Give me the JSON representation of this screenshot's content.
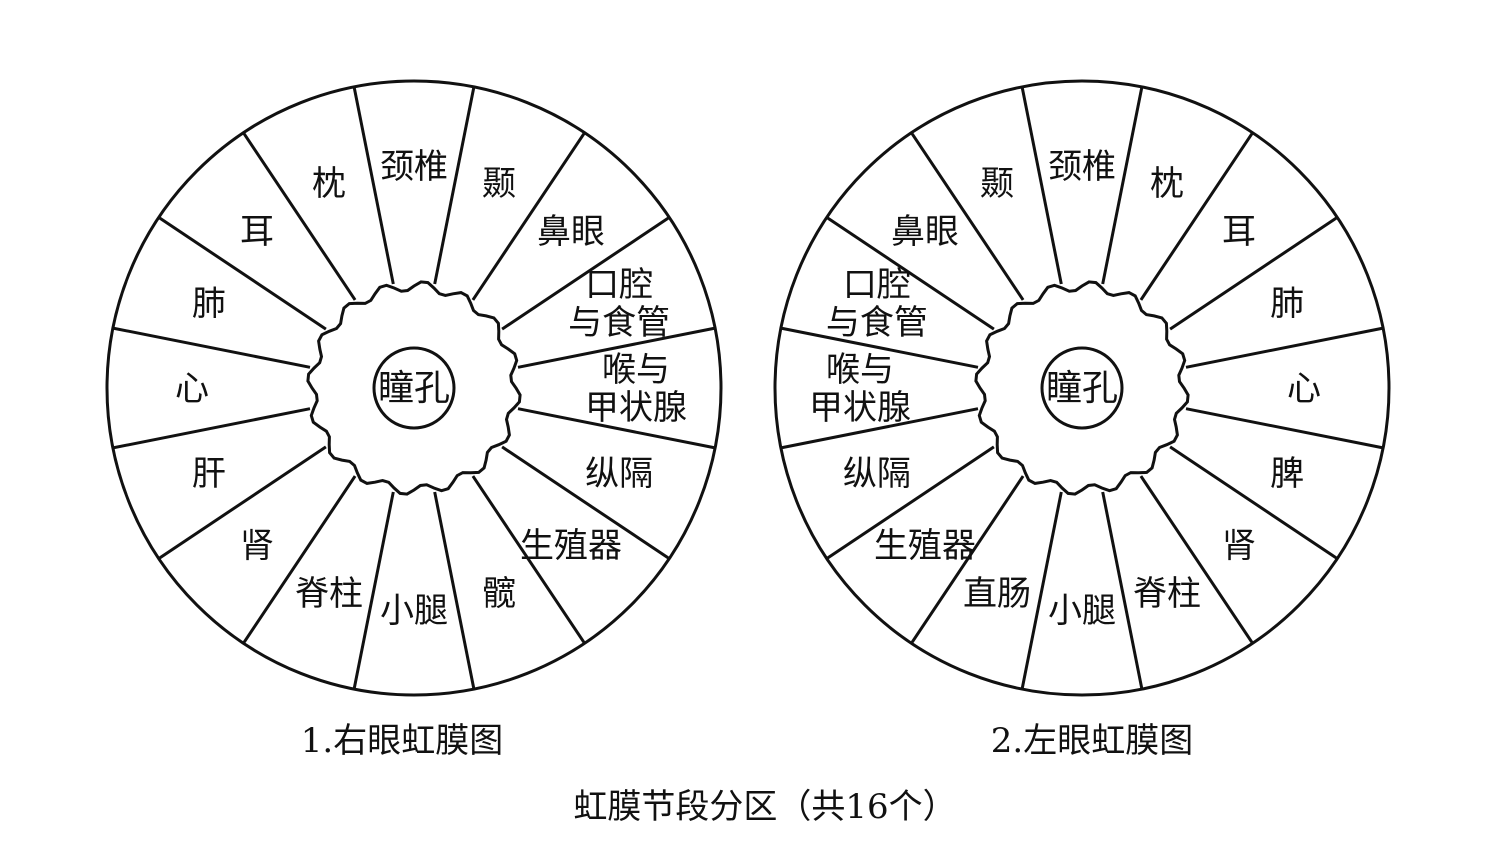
{
  "diagrams": [
    {
      "caption": "1.右眼虹膜图",
      "pupil": "瞳孔",
      "segments": [
        [
          "颈椎"
        ],
        [
          "颞"
        ],
        [
          "鼻眼"
        ],
        [
          "口腔",
          "与食管"
        ],
        [
          "喉与",
          "甲状腺"
        ],
        [
          "纵隔"
        ],
        [
          "生殖器"
        ],
        [
          "髋"
        ],
        [
          "小腿"
        ],
        [
          "脊柱"
        ],
        [
          "肾"
        ],
        [
          "肝"
        ],
        [
          "心"
        ],
        [
          "肺"
        ],
        [
          "耳"
        ],
        [
          "枕"
        ]
      ]
    },
    {
      "caption": "2.左眼虹膜图",
      "pupil": "瞳孔",
      "segments": [
        [
          "颈椎"
        ],
        [
          "枕"
        ],
        [
          "耳"
        ],
        [
          "肺"
        ],
        [
          "心"
        ],
        [
          "脾"
        ],
        [
          "肾"
        ],
        [
          "脊柱"
        ],
        [
          "小腿"
        ],
        [
          "直肠"
        ],
        [
          "生殖器"
        ],
        [
          "纵隔"
        ],
        [
          "喉与",
          "甲状腺"
        ],
        [
          "口腔",
          "与食管"
        ],
        [
          "鼻眼"
        ],
        [
          "颞"
        ]
      ]
    }
  ],
  "title": "虹膜节段分区（共16个）"
}
